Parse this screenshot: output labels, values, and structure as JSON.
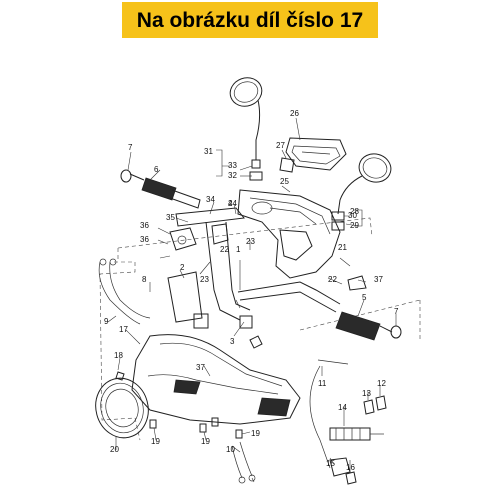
{
  "banner": {
    "text": "Na obrázku díl číslo 17",
    "background": "#f6c21a"
  },
  "labels": [
    "1",
    "2",
    "3",
    "4",
    "5",
    "6",
    "7",
    "7",
    "8",
    "9",
    "10",
    "11",
    "12",
    "13",
    "14",
    "15",
    "16",
    "17",
    "18",
    "19",
    "19",
    "19",
    "20",
    "21",
    "22",
    "22",
    "23",
    "23",
    "24",
    "25",
    "26",
    "27",
    "28",
    "29",
    "30",
    "31",
    "32",
    "33",
    "34",
    "35",
    "36",
    "36",
    "37",
    "37"
  ]
}
